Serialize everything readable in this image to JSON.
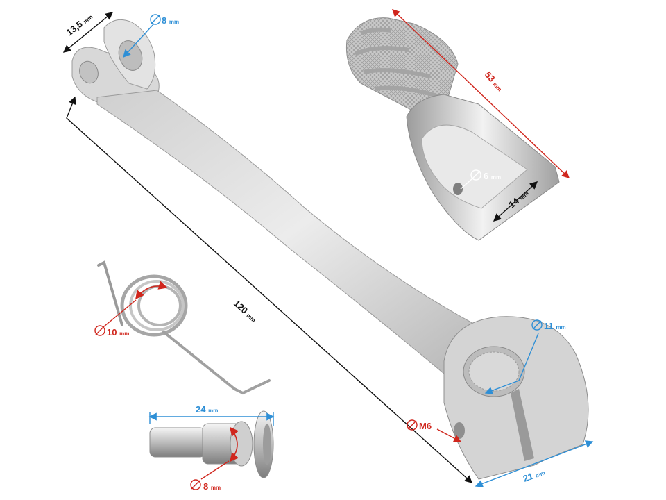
{
  "dimensions": {
    "lever_top_width": {
      "value": "13,5",
      "unit": "mm"
    },
    "lever_top_hole": {
      "value": "8",
      "unit": "mm"
    },
    "lever_length": {
      "value": "120",
      "unit": "mm"
    },
    "shaft_hole": {
      "value": "11",
      "unit": "mm"
    },
    "clamp_bolt": {
      "value": "M6"
    },
    "bottom_width": {
      "value": "21",
      "unit": "mm"
    },
    "tip_length": {
      "value": "53",
      "unit": "mm"
    },
    "tip_hole": {
      "value": "6",
      "unit": "mm"
    },
    "tip_slot": {
      "value": "14",
      "unit": "mm"
    },
    "spring_diameter": {
      "value": "10",
      "unit": "mm"
    },
    "pin_length": {
      "value": "24",
      "unit": "mm"
    },
    "pin_diameter": {
      "value": "8",
      "unit": "mm"
    }
  },
  "colors": {
    "red": "#d0261d",
    "blue": "#2e8fd6",
    "black": "#111111",
    "metal_light": "#e4e4e4",
    "metal_mid": "#bdbdbd",
    "metal_dark": "#8e8e8e"
  }
}
